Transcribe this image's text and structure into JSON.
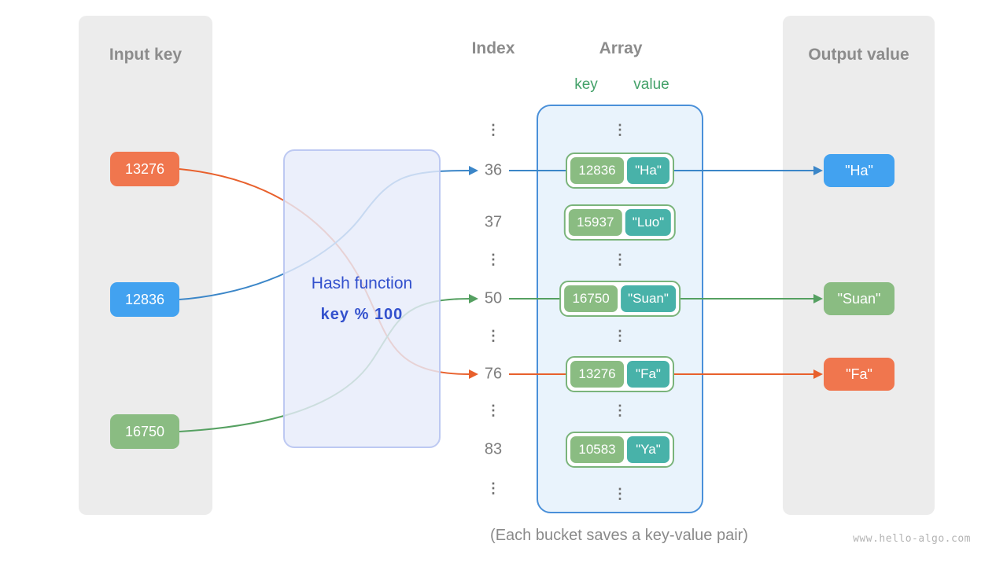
{
  "colors": {
    "panel_bg": "#ececec",
    "title_gray": "#8c8c8c",
    "index_gray": "#7d7d7d",
    "dots_gray": "#6e6e6e",
    "orange": "#f0764e",
    "orange_line": "#e8602c",
    "blue": "#42a2f0",
    "blue_line": "#3b86c8",
    "green": "#8abc82",
    "green_line": "#55a061",
    "teal": "#48b2a9",
    "bucket_border": "#7ab47b",
    "hash_bg": "rgba(230,236,250,0.82)",
    "hash_border": "#bdc9f2",
    "hash_text": "#3351cd",
    "array_bg": "#e9f3fc",
    "array_border": "#4a90d9",
    "kv_header_green": "#43a169",
    "caption_gray": "#8a8a8a",
    "watermark_gray": "#b3b3b3"
  },
  "input_panel": {
    "title": "Input key",
    "keys": [
      {
        "label": "13276",
        "color": "orange"
      },
      {
        "label": "12836",
        "color": "blue"
      },
      {
        "label": "16750",
        "color": "green"
      }
    ]
  },
  "hash_function": {
    "name": "Hash function",
    "formula": "key % 100"
  },
  "index_column": {
    "title": "Index",
    "dots": "⋮",
    "rows": [
      "36",
      "37",
      "50",
      "76",
      "83"
    ]
  },
  "array_column": {
    "title": "Array",
    "key_header": "key",
    "value_header": "value",
    "dots": "⋮",
    "buckets": [
      {
        "key": "12836",
        "value": "\"Ha\""
      },
      {
        "key": "15937",
        "value": "\"Luo\""
      },
      {
        "key": "16750",
        "value": "\"Suan\""
      },
      {
        "key": "13276",
        "value": "\"Fa\""
      },
      {
        "key": "10583",
        "value": "\"Ya\""
      }
    ]
  },
  "output_panel": {
    "title": "Output value",
    "values": [
      {
        "label": "\"Ha\"",
        "color": "blue"
      },
      {
        "label": "\"Suan\"",
        "color": "green"
      },
      {
        "label": "\"Fa\"",
        "color": "orange"
      }
    ]
  },
  "caption": "(Each bucket saves a key-value pair)",
  "watermark": "www.hello-algo.com"
}
